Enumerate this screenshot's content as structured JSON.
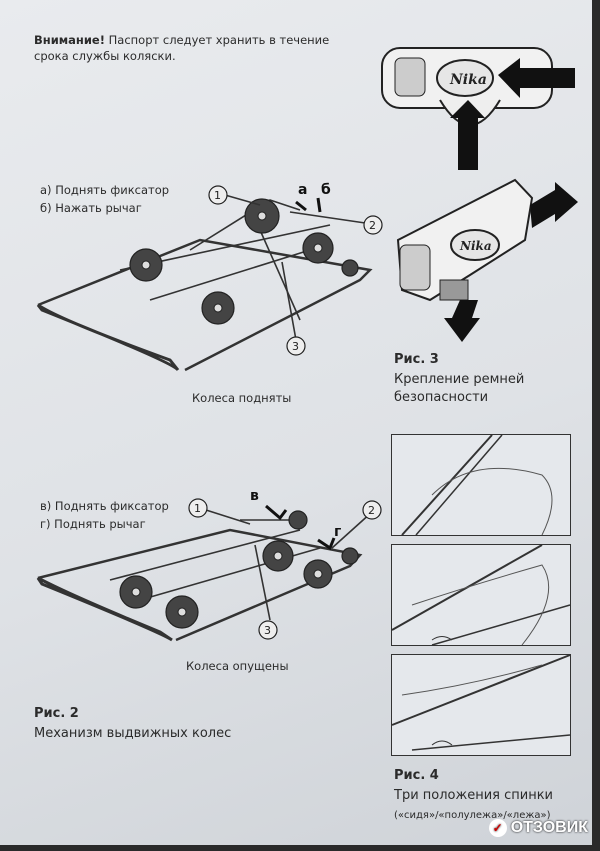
{
  "notice": {
    "bold": "Внимание!",
    "line1": " Паспорт следует хранить в течение",
    "line2": "срока службы коляски."
  },
  "fig1": {
    "step_a": "а) Поднять фиксатор",
    "step_b": "б) Нажать рычаг",
    "letters": [
      "а",
      "б"
    ],
    "callouts": [
      "1",
      "2",
      "3"
    ],
    "caption": "Колеса подняты"
  },
  "fig2": {
    "step_v": "в) Поднять фиксатор",
    "step_g": "г) Поднять рычаг",
    "letters": [
      "в",
      "г"
    ],
    "callouts": [
      "1",
      "2",
      "3"
    ],
    "caption": "Колеса опущены",
    "title": "Рис. 2",
    "subtitle": "Механизм выдвижных колес"
  },
  "fig3": {
    "logo": "Nika",
    "title": "Рис. 3",
    "line1": "Крепление ремней",
    "line2": "безопасности"
  },
  "fig4": {
    "title": "Рис. 4",
    "line1": "Три положения спинки",
    "line2": "(«сидя»/«полулежа»/«лежа»)"
  },
  "watermark": {
    "text": "ОТЗОВИК"
  }
}
